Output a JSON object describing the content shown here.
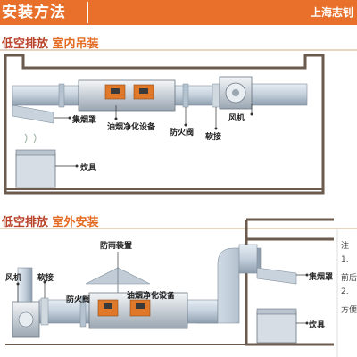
{
  "header": {
    "title": "安装方法",
    "company": "上海志钊"
  },
  "sections": [
    {
      "title_q": "低空排放",
      "title_s": "室内吊装"
    },
    {
      "title_q": "低空排放",
      "title_s": "室外安装"
    }
  ],
  "labels_indoor": {
    "hood": "集烟罩",
    "purifier": "油烟净化设备",
    "fire_valve": "防火阀",
    "soft_joint": "软接",
    "fan": "风机",
    "stove": "炊具"
  },
  "labels_outdoor": {
    "rain_cover": "防雨装置",
    "fan": "风机",
    "soft_joint": "软接",
    "fire_valve": "防火阀",
    "purifier": "油烟净化设备",
    "hood": "集烟罩",
    "stove": "炊具"
  },
  "side_notes": [
    "注",
    "1.",
    "前后",
    "2.",
    "方便"
  ],
  "colors": {
    "accent": "#e8702a",
    "title_primary": "#b8432a",
    "duct": "#c8d4e0",
    "wall": "#6b5a4e",
    "unit_orange": "#e0782a"
  }
}
